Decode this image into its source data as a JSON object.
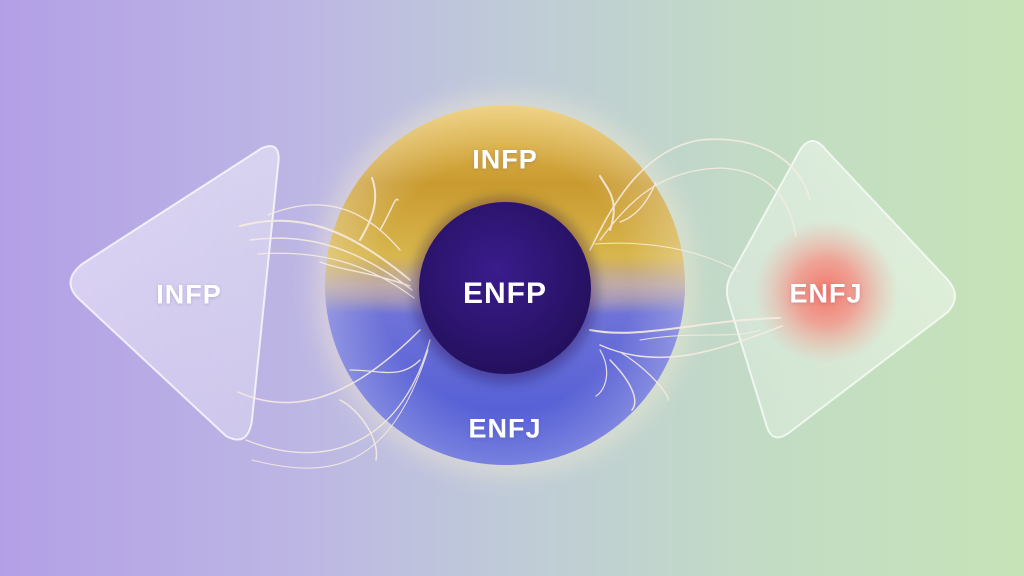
{
  "diagram": {
    "left_shape": {
      "label": "INFP"
    },
    "circle_top": {
      "label": "INFP"
    },
    "center": {
      "label": "ENFP"
    },
    "circle_bottom": {
      "label": "ENFJ"
    },
    "right_shape": {
      "label": "ENFJ"
    }
  },
  "colors": {
    "bg_left": "#b39fe6",
    "bg_right": "#c6e3b8",
    "gold": "#d9ac3a",
    "blue": "#5b63d6",
    "center_indigo": "#2b1470",
    "coral_glow": "#f5776a",
    "fiber": "#f6ece0"
  }
}
